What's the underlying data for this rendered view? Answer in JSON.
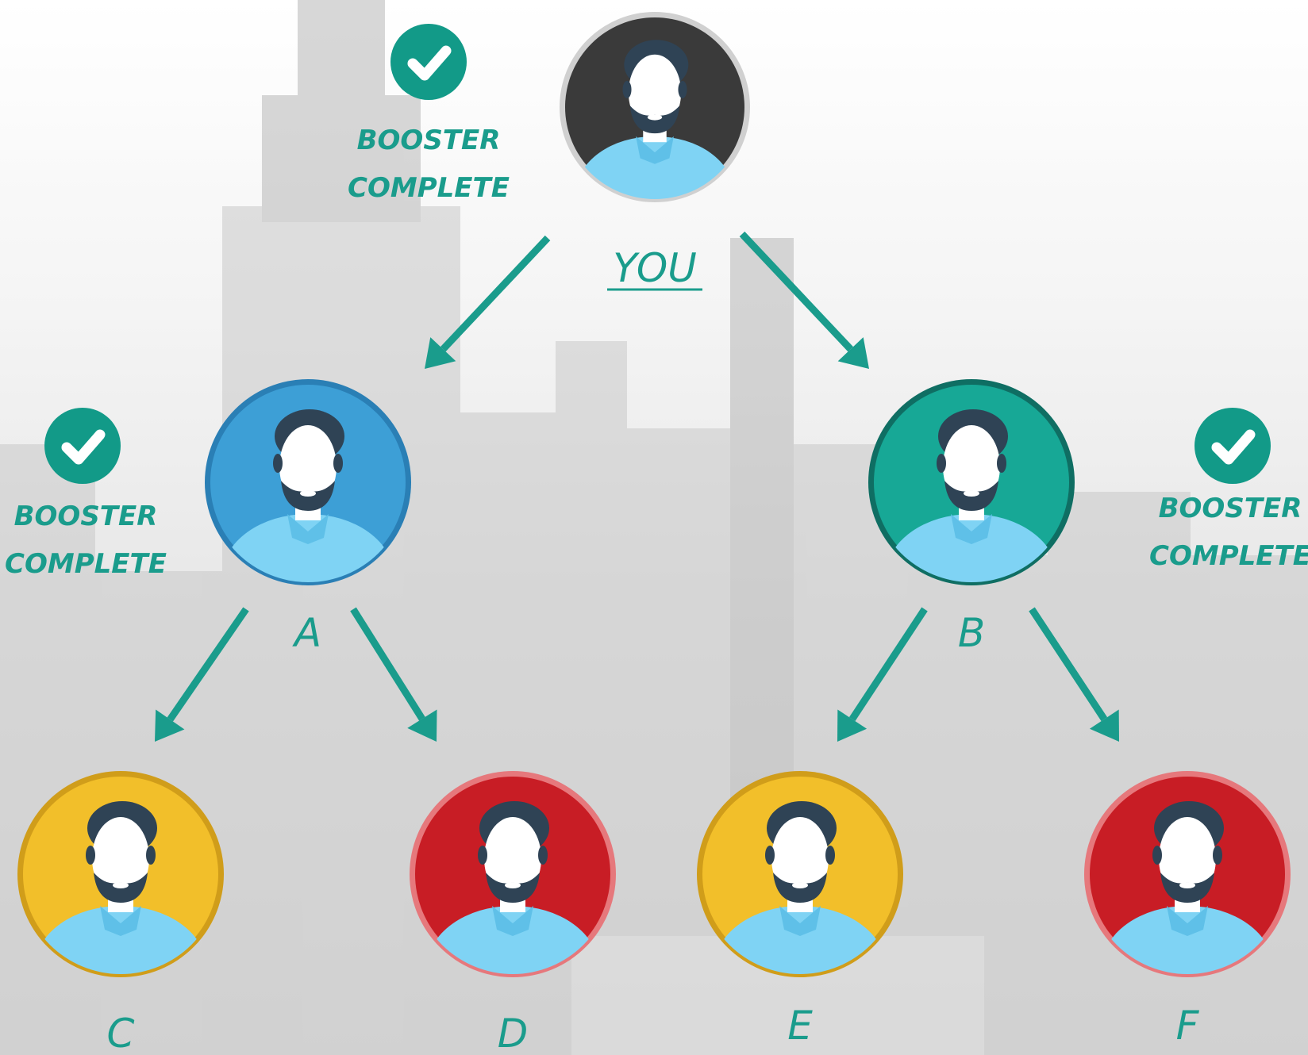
{
  "nodes": [
    {
      "id": "you",
      "label": "YOU",
      "color": "#3a3a3a",
      "ring": "#d0d0d0",
      "underline": true
    },
    {
      "id": "a",
      "label": "A",
      "color": "#3d9fd6",
      "ring": "#2a7fb5",
      "underline": false
    },
    {
      "id": "b",
      "label": "B",
      "color": "#17a896",
      "ring": "#0f6e63",
      "underline": false
    },
    {
      "id": "c",
      "label": "C",
      "color": "#f2bf2a",
      "ring": "#d09d1a",
      "underline": false
    },
    {
      "id": "d",
      "label": "D",
      "color": "#c81d25",
      "ring": "#e6787c",
      "underline": false
    },
    {
      "id": "e",
      "label": "E",
      "color": "#f2bf2a",
      "ring": "#d09d1a",
      "underline": false
    },
    {
      "id": "f",
      "label": "F",
      "color": "#c81d25",
      "ring": "#e6787c",
      "underline": false
    }
  ],
  "edges": [
    {
      "from": "you",
      "to": "a"
    },
    {
      "from": "you",
      "to": "b"
    },
    {
      "from": "a",
      "to": "c"
    },
    {
      "from": "a",
      "to": "d"
    },
    {
      "from": "b",
      "to": "e"
    },
    {
      "from": "b",
      "to": "f"
    }
  ],
  "badges": [
    {
      "node": "you",
      "line1": "BOOSTER",
      "line2": "COMPLETE",
      "icon": "checkmark-icon"
    },
    {
      "node": "a",
      "line1": "BOOSTER",
      "line2": "COMPLETE",
      "icon": "checkmark-icon"
    },
    {
      "node": "b",
      "line1": "BOOSTER",
      "line2": "COMPLETE",
      "icon": "checkmark-icon"
    }
  ],
  "accent_color": "#1a9c8c",
  "check_color": "#129a88"
}
